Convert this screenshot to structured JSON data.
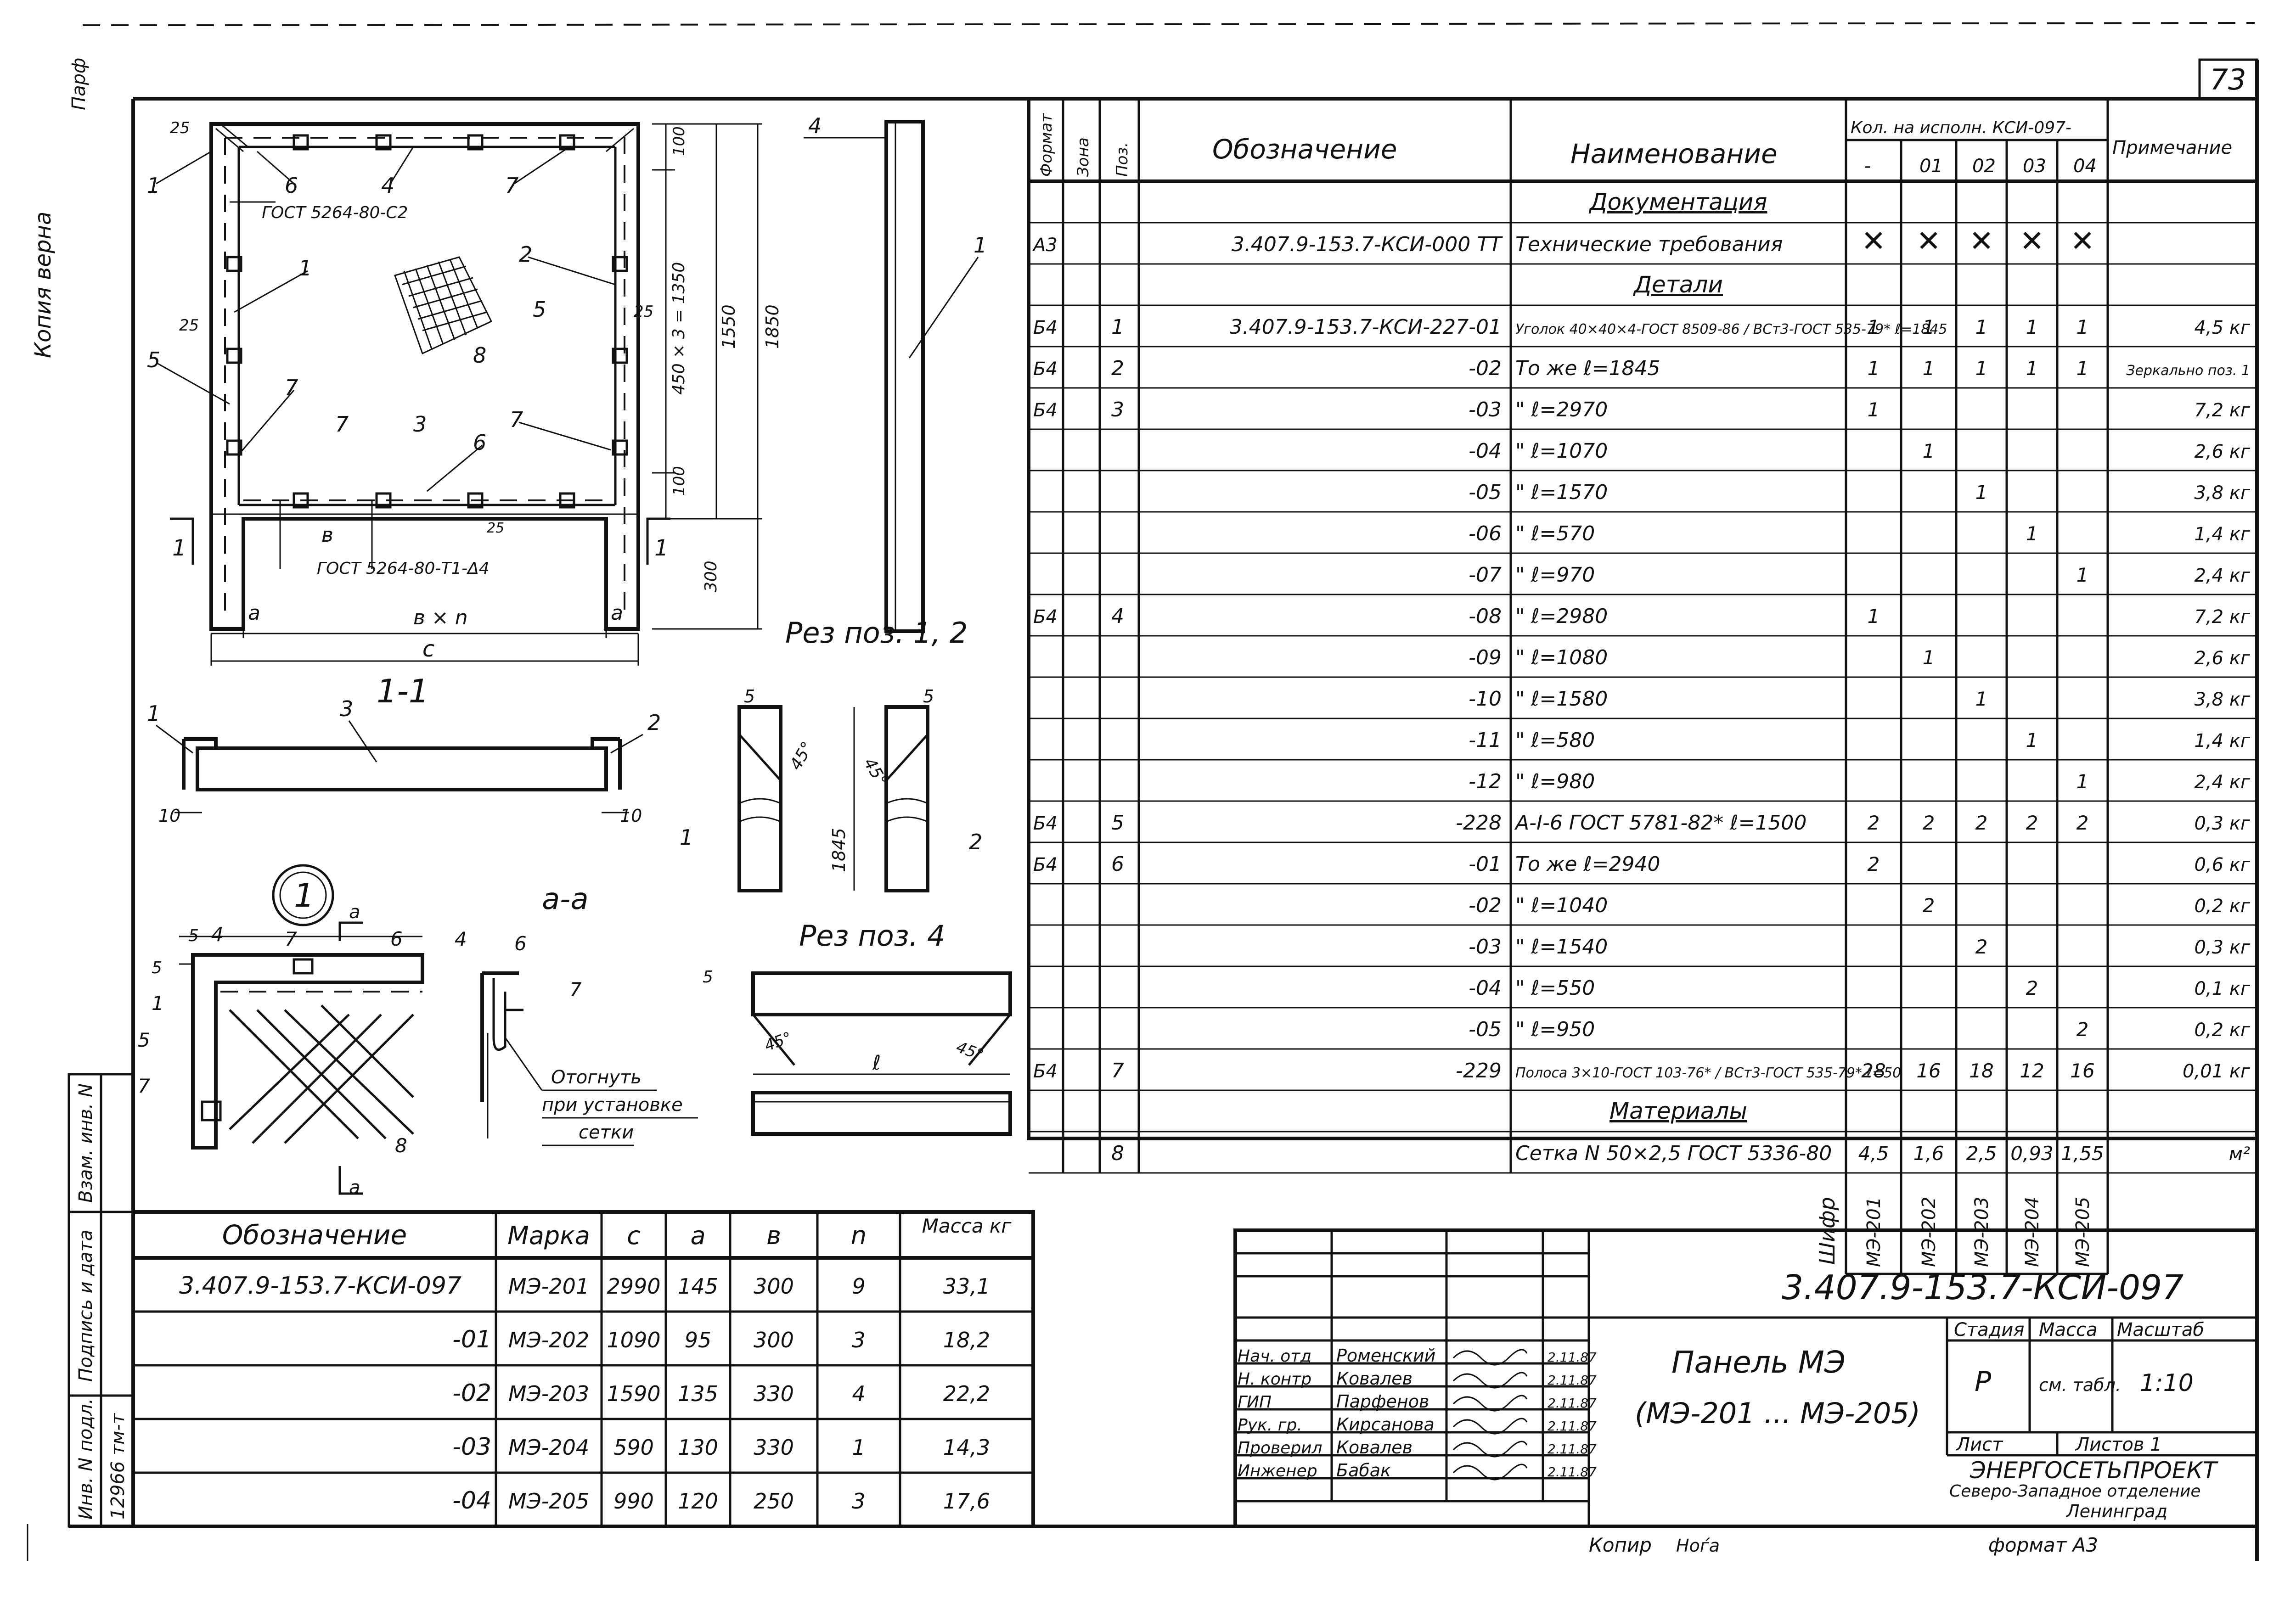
{
  "sheet": {
    "page_number": "73",
    "format": "формат А3",
    "copy_label": "Копир",
    "copy_sign": "Ноѓа",
    "side_copy_note": "Копия верна",
    "side_scribble": "Парф"
  },
  "drawing": {
    "section_1_1": "1-1",
    "section_a_a": "а-а",
    "rez_12": "Рез поз. 1, 2",
    "rez_4": "Рез поз. 4",
    "node_1": "1",
    "gost_c2": "ГОСТ 5264-80-С2",
    "gost_t1d4": "ГОСТ 5264-80-Т1-Δ4",
    "bend_note": [
      "Отогнуть",
      "при установке",
      "сетки"
    ],
    "dims": {
      "d25a": "25",
      "d25b": "25",
      "d25c": "25",
      "d25d": "25",
      "d100a": "100",
      "d100b": "100",
      "d450": "450 × 3 = 1350",
      "d1550": "1550",
      "d1850": "1850",
      "d300": "300",
      "a": "a",
      "bxn": "в × n",
      "c": "с",
      "b": "в",
      "d10a": "10",
      "d10b": "10",
      "d5a": "5",
      "d5b": "5",
      "d5c": "5",
      "d5d": "5",
      "d5e": "5",
      "d1845": "1845",
      "ang45": "45°",
      "ell": "ℓ",
      "sec_a": "а"
    },
    "pos": [
      "1",
      "2",
      "3",
      "4",
      "5",
      "6",
      "7",
      "8"
    ]
  },
  "spec": {
    "headers": {
      "format": "Формат",
      "zone": "Зона",
      "pos": "Поз.",
      "designation": "Обозначение",
      "name": "Наименование",
      "qty": "Кол. на исполн. КСИ-097-",
      "cols": [
        "-",
        "01",
        "02",
        "03",
        "04"
      ],
      "note": "Примечание"
    },
    "rows": [
      {
        "f": "",
        "z": "",
        "p": "",
        "d": "",
        "n": "Документация",
        "q": [
          "",
          "",
          "",
          "",
          ""
        ],
        "note": "",
        "sec": true
      },
      {
        "f": "А3",
        "z": "",
        "p": "",
        "d": "3.407.9-153.7-КСИ-000 ТТ",
        "n": "Технические  требования",
        "q": [
          "✕",
          "✕",
          "✕",
          "✕",
          "✕"
        ],
        "note": ""
      },
      {
        "f": "",
        "z": "",
        "p": "",
        "d": "",
        "n": "Детали",
        "q": [
          "",
          "",
          "",
          "",
          ""
        ],
        "note": "",
        "sec": true
      },
      {
        "f": "Б4",
        "z": "",
        "p": "1",
        "d": "3.407.9-153.7-КСИ-227-01",
        "n": "Уголок 40×40×4-ГОСТ 8509-86 / ВСт3-ГОСТ 535-79*  ℓ=1845",
        "q": [
          "1",
          "1",
          "1",
          "1",
          "1"
        ],
        "note": "4,5 кг"
      },
      {
        "f": "Б4",
        "z": "",
        "p": "2",
        "d": "-02",
        "n": "То же          ℓ=1845",
        "q": [
          "1",
          "1",
          "1",
          "1",
          "1"
        ],
        "note": "Зеркально поз. 1"
      },
      {
        "f": "Б4",
        "z": "",
        "p": "3",
        "d": "-03",
        "n": "\"               ℓ=2970",
        "q": [
          "1",
          "",
          "",
          "",
          ""
        ],
        "note": "7,2 кг"
      },
      {
        "f": "",
        "z": "",
        "p": "",
        "d": "-04",
        "n": "\"               ℓ=1070",
        "q": [
          "",
          "1",
          "",
          "",
          ""
        ],
        "note": "2,6 кг"
      },
      {
        "f": "",
        "z": "",
        "p": "",
        "d": "-05",
        "n": "\"               ℓ=1570",
        "q": [
          "",
          "",
          "1",
          "",
          ""
        ],
        "note": "3,8 кг"
      },
      {
        "f": "",
        "z": "",
        "p": "",
        "d": "-06",
        "n": "\"               ℓ=570",
        "q": [
          "",
          "",
          "",
          "1",
          ""
        ],
        "note": "1,4 кг"
      },
      {
        "f": "",
        "z": "",
        "p": "",
        "d": "-07",
        "n": "\"               ℓ=970",
        "q": [
          "",
          "",
          "",
          "",
          "1"
        ],
        "note": "2,4 кг"
      },
      {
        "f": "Б4",
        "z": "",
        "p": "4",
        "d": "-08",
        "n": "\"               ℓ=2980",
        "q": [
          "1",
          "",
          "",
          "",
          ""
        ],
        "note": "7,2 кг"
      },
      {
        "f": "",
        "z": "",
        "p": "",
        "d": "-09",
        "n": "\"               ℓ=1080",
        "q": [
          "",
          "1",
          "",
          "",
          ""
        ],
        "note": "2,6 кг"
      },
      {
        "f": "",
        "z": "",
        "p": "",
        "d": "-10",
        "n": "\"               ℓ=1580",
        "q": [
          "",
          "",
          "1",
          "",
          ""
        ],
        "note": "3,8 кг"
      },
      {
        "f": "",
        "z": "",
        "p": "",
        "d": "-11",
        "n": "\"               ℓ=580",
        "q": [
          "",
          "",
          "",
          "1",
          ""
        ],
        "note": "1,4 кг"
      },
      {
        "f": "",
        "z": "",
        "p": "",
        "d": "-12",
        "n": "\"               ℓ=980",
        "q": [
          "",
          "",
          "",
          "",
          "1"
        ],
        "note": "2,4 кг"
      },
      {
        "f": "Б4",
        "z": "",
        "p": "5",
        "d": "-228",
        "n": "А-I-6  ГОСТ 5781-82*  ℓ=1500",
        "q": [
          "2",
          "2",
          "2",
          "2",
          "2"
        ],
        "note": "0,3 кг"
      },
      {
        "f": "Б4",
        "z": "",
        "p": "6",
        "d": "-01",
        "n": "То же          ℓ=2940",
        "q": [
          "2",
          "",
          "",
          "",
          ""
        ],
        "note": "0,6 кг"
      },
      {
        "f": "",
        "z": "",
        "p": "",
        "d": "-02",
        "n": "\"               ℓ=1040",
        "q": [
          "",
          "2",
          "",
          "",
          ""
        ],
        "note": "0,2 кг"
      },
      {
        "f": "",
        "z": "",
        "p": "",
        "d": "-03",
        "n": "\"               ℓ=1540",
        "q": [
          "",
          "",
          "2",
          "",
          ""
        ],
        "note": "0,3 кг"
      },
      {
        "f": "",
        "z": "",
        "p": "",
        "d": "-04",
        "n": "\"               ℓ=550",
        "q": [
          "",
          "",
          "",
          "2",
          ""
        ],
        "note": "0,1 кг"
      },
      {
        "f": "",
        "z": "",
        "p": "",
        "d": "-05",
        "n": "\"               ℓ=950",
        "q": [
          "",
          "",
          "",
          "",
          "2"
        ],
        "note": "0,2 кг"
      },
      {
        "f": "Б4",
        "z": "",
        "p": "7",
        "d": "-229",
        "n": "Полоса 3×10-ГОСТ 103-76* / ВСт3-ГОСТ 535-79*  ℓ=50",
        "q": [
          "28",
          "16",
          "18",
          "12",
          "16"
        ],
        "note": "0,01 кг"
      },
      {
        "f": "",
        "z": "",
        "p": "",
        "d": "",
        "n": "Материалы",
        "q": [
          "",
          "",
          "",
          "",
          ""
        ],
        "note": "",
        "sec": true
      },
      {
        "f": "",
        "z": "",
        "p": "8",
        "d": "",
        "n": "Сетка N 50×2,5 ГОСТ 5336-80",
        "q": [
          "4,5",
          "1,6",
          "2,5",
          "0,93",
          "1,55"
        ],
        "note": "м²"
      }
    ],
    "cipher_label": "Шифр",
    "ciphers": [
      "МЭ-201",
      "МЭ-202",
      "МЭ-203",
      "МЭ-204",
      "МЭ-205"
    ]
  },
  "marks": {
    "headers": [
      "Обозначение",
      "Марка",
      "с",
      "а",
      "в",
      "n",
      "Масса кг"
    ],
    "rows": [
      [
        "3.407.9-153.7-КСИ-097",
        "МЭ-201",
        "2990",
        "145",
        "300",
        "9",
        "33,1"
      ],
      [
        "-01",
        "МЭ-202",
        "1090",
        "95",
        "300",
        "3",
        "18,2"
      ],
      [
        "-02",
        "МЭ-203",
        "1590",
        "135",
        "330",
        "4",
        "22,2"
      ],
      [
        "-03",
        "МЭ-204",
        "590",
        "130",
        "330",
        "1",
        "14,3"
      ],
      [
        "-04",
        "МЭ-205",
        "990",
        "120",
        "250",
        "3",
        "17,6"
      ]
    ]
  },
  "stamp": {
    "code": "3.407.9-153.7-КСИ-097",
    "title1": "Панель МЭ",
    "title2": "(МЭ-201 ... МЭ-205)",
    "stage_h": "Стадия",
    "mass_h": "Масса",
    "scale_h": "Масштаб",
    "stage": "Р",
    "mass": "см. табл.",
    "scale": "1:10",
    "sheet_h": "Лист",
    "sheets_h": "Листов 1",
    "org1": "ЭНЕРГОСЕТЬПРОЕКТ",
    "org2": "Северо-Западное отделение",
    "org3": "Ленинград",
    "people": [
      {
        "role": "Нач. отд",
        "name": "Роменский",
        "date": "2.11.87"
      },
      {
        "role": "Н. контр",
        "name": "Ковалев",
        "date": "2.11.87"
      },
      {
        "role": "ГИП",
        "name": "Парфенов",
        "date": "2.11.87"
      },
      {
        "role": "Рук. гр.",
        "name": "Кирсанова",
        "date": "2.11.87"
      },
      {
        "role": "Проверил",
        "name": "Ковалев",
        "date": "2.11.87"
      },
      {
        "role": "Инженер",
        "name": "Бабак",
        "date": "2.11.87"
      }
    ]
  },
  "left_strip": {
    "labels": [
      "Взам. инв. N",
      "Подпись и дата",
      "Инв. N подл."
    ],
    "inv": "12966 тм-т"
  }
}
